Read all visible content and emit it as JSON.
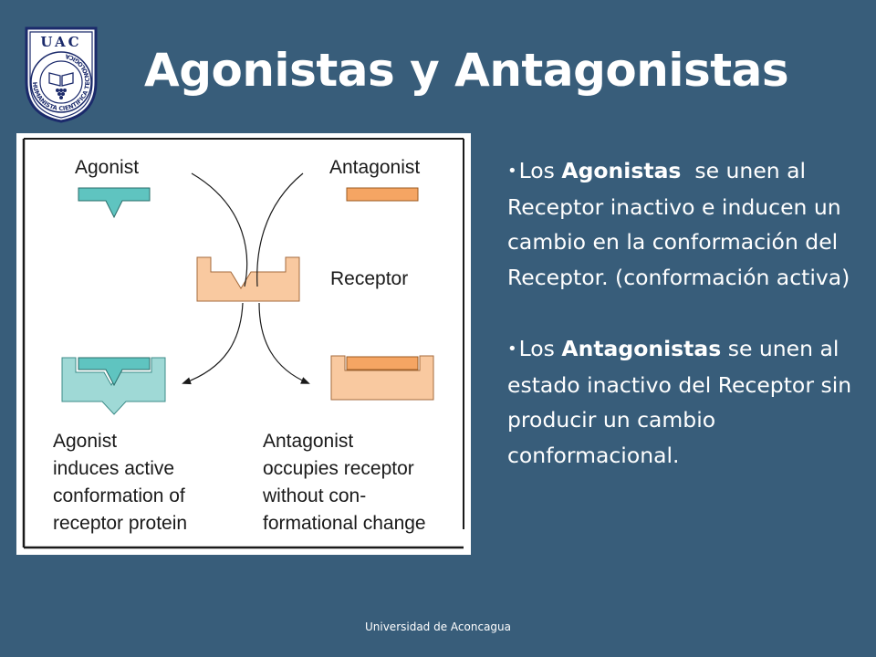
{
  "header": {
    "title": "Agonistas y Antagonistas",
    "logo": {
      "abbr": "UAC",
      "ring_text": "HUMANISTA CIENTIFICA TECNOLOGICA"
    }
  },
  "diagram": {
    "agonist_label": "Agonist",
    "antagonist_label": "Antagonist",
    "receptor_label": "Receptor",
    "agonist_caption": [
      "Agonist",
      "induces active",
      "conformation of",
      "receptor protein"
    ],
    "antagonist_caption": [
      "Antagonist",
      "occupies receptor",
      "without con-",
      "formational change"
    ],
    "colors": {
      "agonist": "#5FC4C0",
      "active_receptor": "#9FD9D6",
      "antagonist": "#F5A563",
      "receptor": "#F9C9A0"
    }
  },
  "bullets": [
    {
      "parts": [
        {
          "text": "Los ",
          "bold": false
        },
        {
          "text": "Agonistas",
          "bold": true
        },
        {
          "text": "  se unen al Receptor inactivo e inducen un cambio en la conformación del Receptor. (conformación activa)",
          "bold": false
        }
      ]
    },
    {
      "parts": [
        {
          "text": "Los ",
          "bold": false
        },
        {
          "text": "Antagonistas",
          "bold": true
        },
        {
          "text": " se unen al estado inactivo del Receptor sin producir un cambio conformacional.",
          "bold": false
        }
      ]
    }
  ],
  "footer": {
    "text": "Universidad de Aconcagua"
  }
}
